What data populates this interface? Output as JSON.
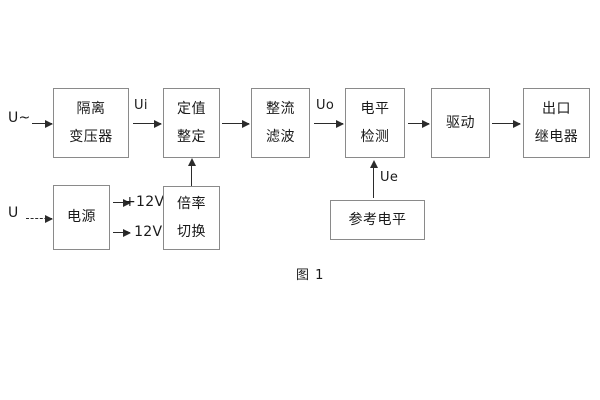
{
  "figure": {
    "caption": "图 1",
    "background_color": "#ffffff",
    "box_border_color": "#8a8a8a",
    "line_color": "#2b2b2b",
    "text_color": "#1a1a1a"
  },
  "inputs": {
    "ac_source_label": "U~",
    "dc_source_label": "U"
  },
  "signals": {
    "ui": "Ui",
    "uo": "Uo",
    "ue": "Ue",
    "pos12v": "+12V",
    "neg12v": "- 12V"
  },
  "blocks": [
    {
      "id": "isolation-transformer",
      "line1": "隔离",
      "line2": "变压器"
    },
    {
      "id": "setting-value",
      "line1": "定值",
      "line2": "整定"
    },
    {
      "id": "rectify-filter",
      "line1": "整流",
      "line2": "滤波"
    },
    {
      "id": "level-detection",
      "line1": "电平",
      "line2": "检测"
    },
    {
      "id": "drive",
      "line1": "驱动",
      "line2": ""
    },
    {
      "id": "output-relay",
      "line1": "出口",
      "line2": "继电器"
    },
    {
      "id": "power-supply",
      "line1": "电源",
      "line2": ""
    },
    {
      "id": "multiplier-switch",
      "line1": "倍率",
      "line2": "切换"
    },
    {
      "id": "reference-level",
      "line1": "参考电平",
      "line2": ""
    }
  ]
}
